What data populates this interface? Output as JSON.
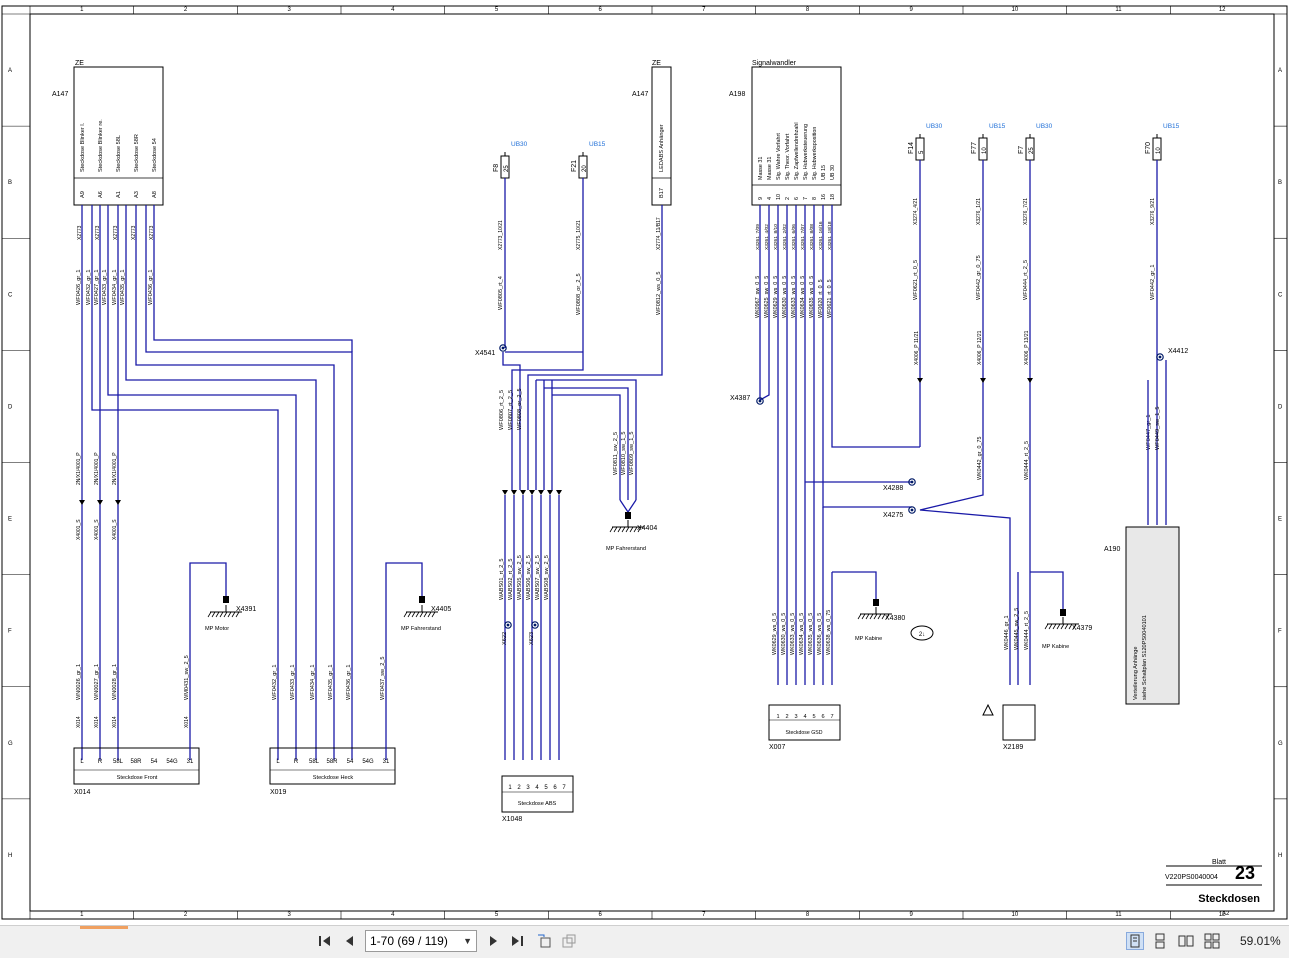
{
  "frame": {
    "columns": [
      "1",
      "2",
      "3",
      "4",
      "5",
      "6",
      "7",
      "8",
      "9",
      "10",
      "11",
      "12"
    ],
    "rows": [
      "A",
      "B",
      "C",
      "D",
      "E",
      "F",
      "G",
      "H"
    ]
  },
  "colors": {
    "wire": "#1a1aa8",
    "label_blue": "#1f6fd8",
    "label_green": "#2a8a2a",
    "line": "#000000"
  },
  "modules": {
    "ze_left": {
      "ze": "ZE",
      "ref": "A147",
      "channels": [
        "Steckdose Blinker l.",
        "Steckdose Blinker re.",
        "Steckdose 58L",
        "Steckdose 58R",
        "Steckdose 54"
      ],
      "pins": [
        "A9",
        "A6",
        "A1",
        "A3",
        "A8"
      ],
      "x_labels": [
        "X2773",
        "X2773",
        "X2773",
        "X2773",
        "X2773"
      ],
      "wires": [
        "WF0426_gr_1",
        "WF0432_gr_1",
        "WF0427_gr_1",
        "WF0433_gr_1",
        "WF0434_gr_1",
        "WF0435_gr_1",
        "WF0436_gr_1"
      ]
    },
    "ze_right": {
      "ze": "ZE",
      "ref": "A147",
      "channel": "LEDABS Anhänger",
      "pin": "B17",
      "x_label": "X2774_11/B17",
      "wire": "WF0812_ws_0_5"
    },
    "signalwandler": {
      "title": "Signalwandler",
      "ref": "A198",
      "channels": [
        "Masse 31",
        "Masse 31",
        "Sig. Wahre Vorfahrt",
        "Sig. Theor. Vorfahrt",
        "Sig. Zapfwellendrehzahl",
        "Sig. Hubwerksteuerung",
        "Sig. Hubwerksposition",
        "UB 15",
        "UB 30"
      ],
      "pins": [
        "9",
        "4",
        "10",
        "2",
        "6",
        "7",
        "8",
        "16",
        "18"
      ],
      "wires": [
        "WK0967_sw_0_5",
        "WK0625_sw_0_5",
        "WK0629_ws_0_5",
        "WK0630_ws_0_5",
        "WK0633_ws_0_5",
        "WK0634_ws_0_5",
        "WK0635_ws_0_5",
        "WF0620_rt_0_5",
        "WF0621_rt_0_5"
      ],
      "x_labels": [
        "X3261_7/09",
        "X3261_4/02",
        "X3261_8/10",
        "X3261_2/02",
        "X3261_6/06",
        "X3261_7/07",
        "X3261_8/08",
        "X3261_16/16",
        "X3261_18/18"
      ]
    }
  },
  "fuses": [
    {
      "name": "F8",
      "value": "25",
      "supply": "UB30",
      "wire": "WF0805_rt_4",
      "x": "X2773_10/21"
    },
    {
      "name": "F21",
      "value": "20",
      "supply": "UB15",
      "wire": "WF0808_or_2_5",
      "x": "X2775_10/21"
    },
    {
      "name": "F14",
      "value": "5",
      "supply": "UB30",
      "wire": "WF0621_rt_0_5",
      "x": "X3274_4/21"
    },
    {
      "name": "F77",
      "value": "10",
      "supply": "UB15",
      "wire": "WF0442_gr_0_75",
      "x": "X3276_1/21"
    },
    {
      "name": "F7",
      "value": "25",
      "supply": "UB30",
      "wire": "WF0444_rt_2_5",
      "x": "X3276_7/21"
    },
    {
      "name": "F70",
      "value": "10",
      "supply": "UB15",
      "wire": "WF0442_gr_1",
      "x": "X3276_9/21"
    }
  ],
  "sockets": {
    "front": {
      "ref": "X014",
      "title": "Steckdose Front",
      "pins": [
        "L",
        "R",
        "58L",
        "58R",
        "54",
        "54G",
        "31"
      ],
      "wires": [
        "WN0026_gr_1",
        "WN0027_gr_1",
        "WN0028_gr_1",
        "WM0431_sw_2_5"
      ]
    },
    "heck": {
      "ref": "X019",
      "title": "Steckdose Heck",
      "pins": [
        "L",
        "R",
        "58L",
        "58R",
        "54",
        "54G",
        "31"
      ],
      "wires": [
        "WF0432_gr_1",
        "WF0433_gr_1",
        "WF0434_gr_1",
        "WF0435_gr_1",
        "WF0436_gr_1",
        "WF0437_sw_2_5"
      ]
    },
    "abs": {
      "ref": "X1048",
      "title": "Steckdose ABS",
      "pins": [
        "1",
        "2",
        "3",
        "4",
        "5",
        "6",
        "7"
      ],
      "wires": [
        "WABS01_rt_2_5",
        "WABS02_rt_2_5",
        "WABS05_sw_2_5",
        "WABS06_sw_2_5",
        "WABS07_sw_2_5",
        "WABS08_sw_2_5"
      ]
    },
    "gsd": {
      "ref": "X007",
      "title": "Steckdose GSD",
      "pins": [
        "1",
        "2",
        "3",
        "4",
        "5",
        "6",
        "7"
      ],
      "wires": [
        "WK0629_ws_0_5",
        "WK0630_ws_0_5",
        "WK0633_ws_0_5",
        "WK0634_ws_0_5",
        "WK0635_ws_0_5",
        "WK0636_ws_0_5",
        "WK0638_ws_0_75"
      ]
    },
    "x2189": {
      "ref": "X2189",
      "wires": [
        "WK0446_gr_1",
        "WK0445_sw_2_5",
        "WK0444_rt_2_5"
      ]
    }
  },
  "grounds": [
    {
      "ref": "X4391",
      "label": "MP Motor"
    },
    {
      "ref": "X4405",
      "label": "MP Fahrerstand"
    },
    {
      "ref": "X4404",
      "label": "MP Fahrerstand"
    },
    {
      "ref": "X4380",
      "label": "MP Kabine"
    },
    {
      "ref": "X4379",
      "label": "MP Kabine"
    }
  ],
  "nodes": [
    "X4541",
    "X4387",
    "X4288",
    "X4275",
    "X4412",
    "X622",
    "X623"
  ],
  "misc": {
    "a190_ref": "A190",
    "a190_text1": "Verteilerung Anhänge",
    "a190_text2": "siehe Schaltplan S120PS0040101",
    "abs_group": [
      "WF0806_rt_2_5",
      "WF0807_rt_2_5",
      "WF0808_or_2_5"
    ],
    "abs_group2": [
      "WF0811_sw_2_5",
      "WF0810_sw_1_5",
      "WF0809_sw_1_5"
    ],
    "right_wires": [
      "WF0447_gr_1",
      "WF0449_sw_1_5"
    ],
    "circle_ref": "2↓"
  },
  "titleblock": {
    "blatt_label": "Blatt",
    "doc_no": "V220PS0040004",
    "sheet_no": "23",
    "title": "Steckdosen",
    "size": "A2"
  },
  "toolbar": {
    "page_indicator": "1-70 (69 / 119)",
    "zoom": "59.01%"
  }
}
